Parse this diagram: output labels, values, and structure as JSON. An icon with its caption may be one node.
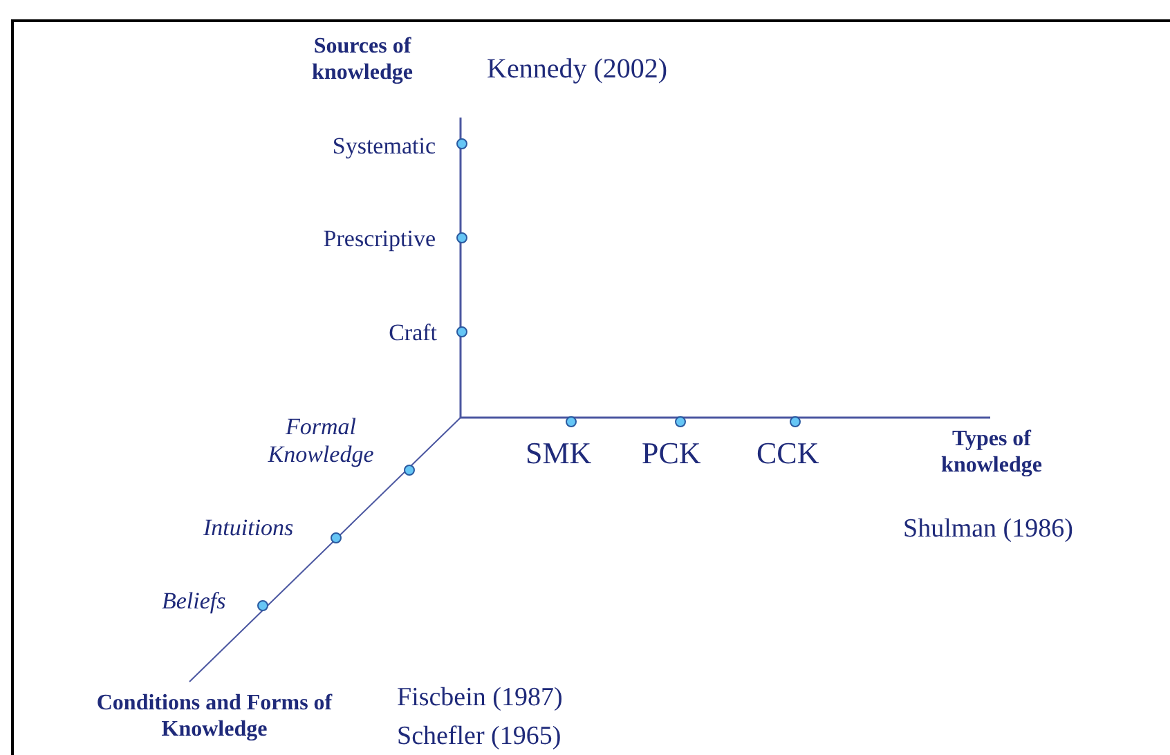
{
  "diagram": {
    "labels": [
      "Sources of knowledge",
      "Kennedy (2002)",
      "Systematic",
      "Prescriptive",
      "Craft",
      "Formal Knowledge",
      "SMK",
      "PCK",
      "CCK",
      "Types of knowledge",
      "Intuitions",
      "Shulman (1986)",
      "Beliefs",
      "Conditions and Forms of Knowledge",
      "Fiscbein (1987)",
      "Schefler (1965)"
    ]
  }
}
